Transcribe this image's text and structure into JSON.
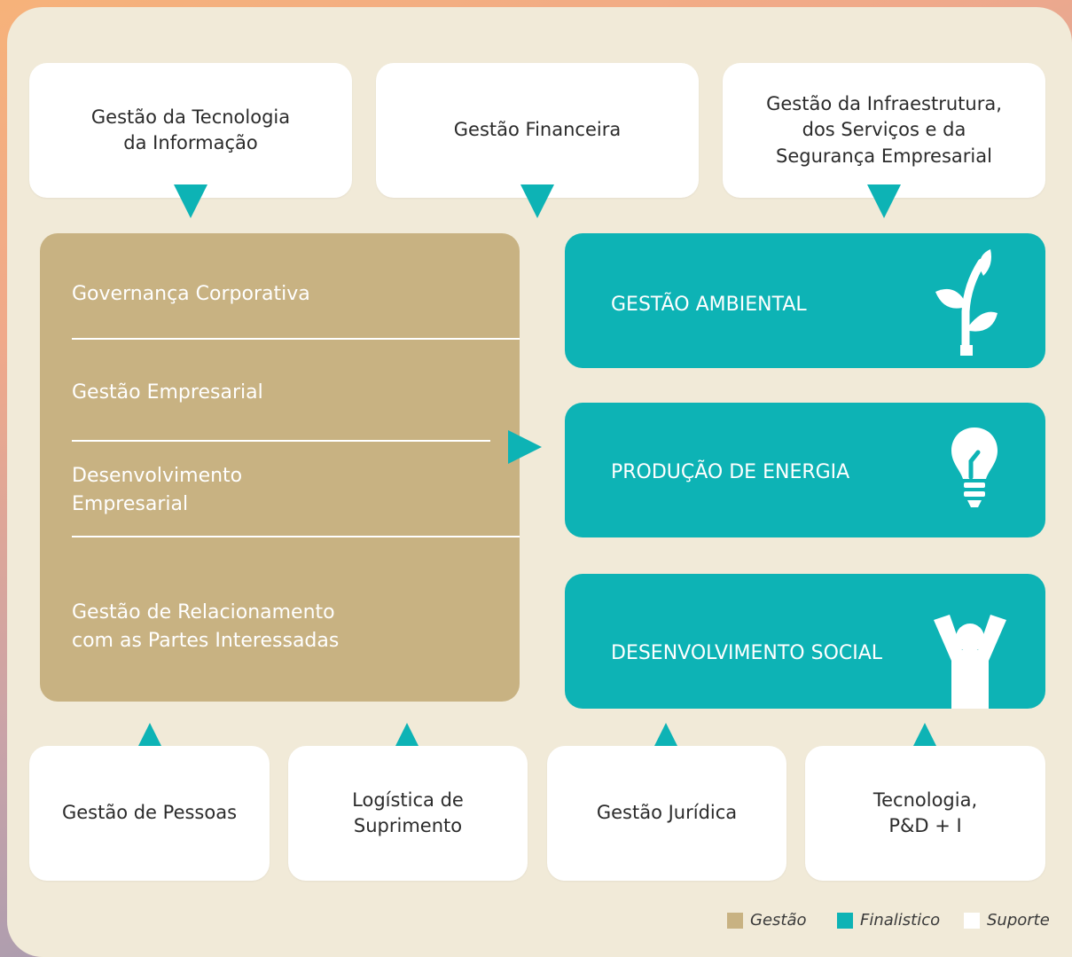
{
  "top_boxes": [
    {
      "label": "Gestão da Tecnologia\nda Informação"
    },
    {
      "label": "Gestão Financeira"
    },
    {
      "label": "Gestão da Infraestrutura,\ndos Serviços e da\nSegurança Empresarial"
    }
  ],
  "gestao_items": [
    {
      "label": "Governança Corporativa"
    },
    {
      "label": "Gestão Empresarial"
    },
    {
      "label": "Desenvolvimento\nEmpresarial"
    },
    {
      "label": "Gestão de Relacionamento\ncom as Partes Interessadas"
    }
  ],
  "finalistico": [
    {
      "label": "GESTÃO AMBIENTAL",
      "icon": "plant-icon"
    },
    {
      "label": "PRODUÇÃO DE ENERGIA",
      "icon": "lightbulb-icon"
    },
    {
      "label": "DESENVOLVIMENTO SOCIAL",
      "icon": "person-arms-up-icon"
    }
  ],
  "bottom_boxes": [
    {
      "label": "Gestão de Pessoas"
    },
    {
      "label": "Logística de\nSuprimento"
    },
    {
      "label": "Gestão Jurídica"
    },
    {
      "label": "Tecnologia,\nP&D + I"
    }
  ],
  "legend": [
    {
      "label": "Gestão",
      "color": "#c8b282"
    },
    {
      "label": "Finalistico",
      "color": "#0db3b5"
    },
    {
      "label": "Suporte",
      "color": "#ffffff"
    }
  ],
  "colors": {
    "accent": "#0db3b5",
    "gestao": "#c8b282",
    "panel": "#f1ead8"
  }
}
